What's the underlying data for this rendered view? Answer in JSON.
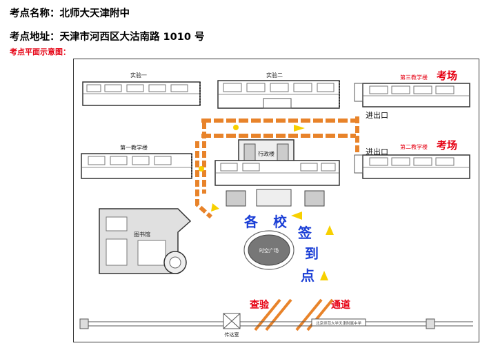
{
  "header": {
    "name_line": "考点名称：北师大天津附中",
    "address_line": "考点地址：天津市河西区大沽南路 1010 号",
    "map_caption": "考点平面示意图："
  },
  "map": {
    "buildings": {
      "lab1": "实验一",
      "lab2": "实验二",
      "teach1": "第一教学楼",
      "teach2": "第二教学楼",
      "teach3": "第三教学楼",
      "admin": "行政楼",
      "library": "图书馆",
      "plaza": "时空广场",
      "guard": "传达室"
    },
    "exam_label": "考场",
    "exits": [
      "进出口",
      "进出口"
    ],
    "checkin": [
      "各",
      "校",
      "签",
      "到",
      "点"
    ],
    "checkpoint": [
      "查验",
      "通道"
    ],
    "school_sign": "北京师范大学天津附属中学",
    "colors": {
      "route": "#e8832a",
      "red": "#e60012",
      "blue": "#1b3fd6",
      "arrow": "#f7d000"
    }
  }
}
